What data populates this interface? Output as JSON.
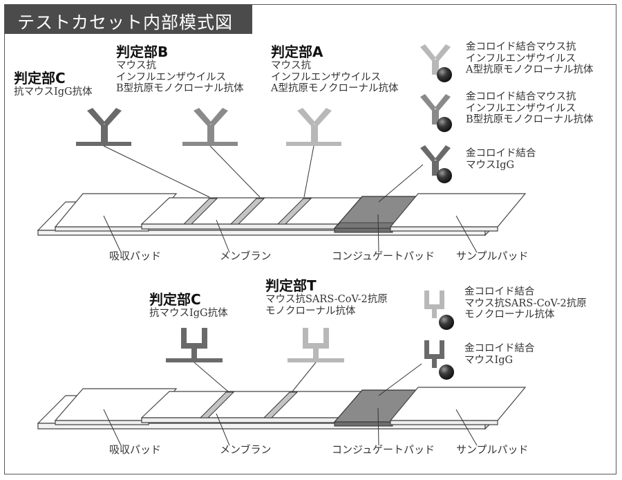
{
  "title": "テストカセット内部模式図",
  "top": {
    "zones": [
      {
        "heading": "判定部C",
        "lines": [
          "抗マウスIgG抗体"
        ]
      },
      {
        "heading": "判定部B",
        "lines": [
          "マウス抗",
          "インフルエンザウイルス",
          "B型抗原モノクローナル抗体"
        ]
      },
      {
        "heading": "判定部A",
        "lines": [
          "マウス抗",
          "インフルエンザウイルス",
          "A型抗原モノクローナル抗体"
        ]
      }
    ],
    "conjugates": [
      {
        "lines": [
          "金コロイド結合マウス抗",
          "インフルエンザウイルス",
          "A型抗原モノクローナル抗体"
        ]
      },
      {
        "lines": [
          "金コロイド結合マウス抗",
          "インフルエンザウイルス",
          "B型抗原モノクローナル抗体"
        ]
      },
      {
        "lines": [
          "金コロイド結合",
          "マウスIgG"
        ]
      }
    ],
    "parts": [
      "吸収パッド",
      "メンブラン",
      "コンジュゲートパッド",
      "サンプルパッド"
    ]
  },
  "bottom": {
    "zones": [
      {
        "heading": "判定部C",
        "lines": [
          "抗マウスIgG抗体"
        ]
      },
      {
        "heading": "判定部T",
        "lines": [
          "マウス抗SARS-CoV-2抗原",
          "モノクローナル抗体"
        ]
      }
    ],
    "conjugates": [
      {
        "lines": [
          "金コロイド結合",
          "マウス抗SARS-CoV-2抗原",
          "モノクローナル抗体"
        ]
      },
      {
        "lines": [
          "金コロイド結合",
          "マウスIgG"
        ]
      }
    ],
    "parts": [
      "吸収パッド",
      "メンブラン",
      "コンジュゲートパッド",
      "サンプルパッド"
    ]
  },
  "colors": {
    "title_bg": "#4b4b4b",
    "antibody_dark": "#6a6a6a",
    "antibody_light": "#b8b8b8",
    "conjugate_pad": "#8a8a8a",
    "gold_particle": "#2a2a2a"
  }
}
